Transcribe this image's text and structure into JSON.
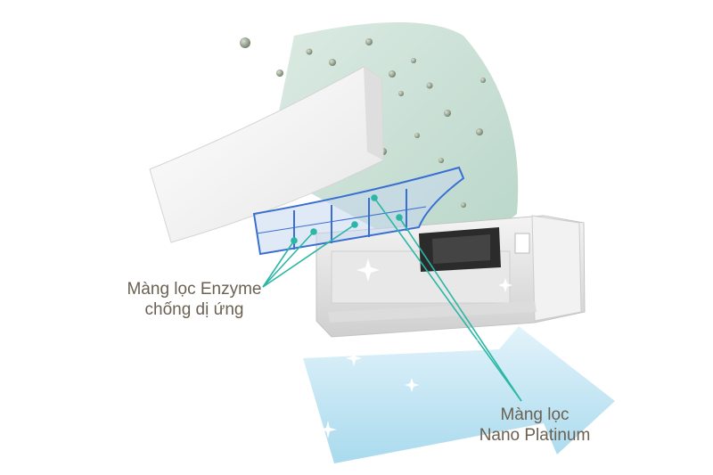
{
  "labels": {
    "enzyme_filter": {
      "line1": "Màng lọc Enzyme",
      "line2": "chống dị ứng"
    },
    "nano_filter": {
      "line1": "Màng lọc",
      "line2": "Nano Platinum"
    }
  },
  "colors": {
    "label_text": "#6b6152",
    "callout_line": "#2bb7a5",
    "intake_fan": "#cde2d8",
    "outflow_arrow": "#bfe3f3",
    "filter_blue": "#3a6fd0",
    "particle": "#8d9a86"
  }
}
